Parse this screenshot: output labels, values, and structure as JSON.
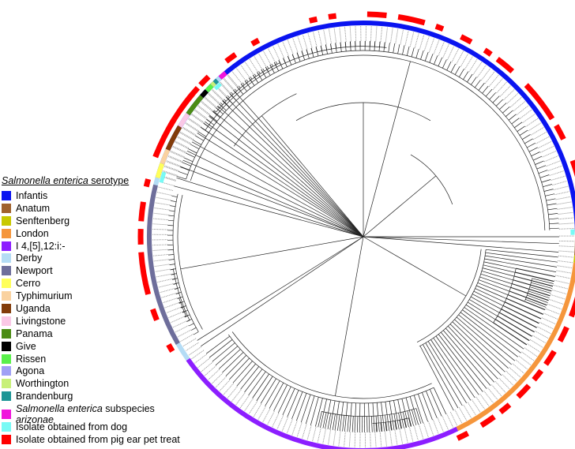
{
  "legend": {
    "title_italic": "Salmonella enterica",
    "title_rest": " serotype",
    "serotypes": [
      {
        "label": "Infantis",
        "color": "#0a14f0"
      },
      {
        "label": "Anatum",
        "color": "#a0622d"
      },
      {
        "label": "Senftenberg",
        "color": "#c8c800"
      },
      {
        "label": "London",
        "color": "#f5963c"
      },
      {
        "label": "I 4,[5],12:i:-",
        "color": "#8c1eff"
      },
      {
        "label": "Derby",
        "color": "#b4dcf5"
      },
      {
        "label": "Newport",
        "color": "#6e6e9b"
      },
      {
        "label": "Cerro",
        "color": "#ffff5a"
      },
      {
        "label": "Typhimurium",
        "color": "#fad2a0"
      },
      {
        "label": "Uganda",
        "color": "#823c0a"
      },
      {
        "label": "Livingstone",
        "color": "#fac8e6"
      },
      {
        "label": "Panama",
        "color": "#4b8c14"
      },
      {
        "label": "Give",
        "color": "#000000"
      },
      {
        "label": "Rissen",
        "color": "#5af04b"
      },
      {
        "label": "Agona",
        "color": "#a0a0f5"
      },
      {
        "label": "Worthington",
        "color": "#c8f078"
      },
      {
        "label": "Brandenburg",
        "color": "#1e9696"
      }
    ],
    "extras": [
      {
        "italic_a": "Salmonella enterica",
        "plain": " subspecies ",
        "italic_b": "arizonae",
        "color": "#f014dc"
      },
      {
        "italic_a": "",
        "plain": "Isolate obtained from dog",
        "italic_b": "",
        "color": "#78faf5"
      },
      {
        "italic_a": "",
        "plain": "Isolate obtained from pig ear pet treat",
        "italic_b": "",
        "color": "#ff0000"
      }
    ]
  },
  "tree": {
    "serotype_ring": [
      {
        "serotype": "Infantis",
        "color": "#0a14f0",
        "start_deg": 196,
        "end_deg": 359
      },
      {
        "serotype": "Anatum",
        "color": "#a0622d",
        "start_deg": 359,
        "end_deg": 365
      },
      {
        "serotype": "Senftenberg",
        "color": "#c8c800",
        "start_deg": 365,
        "end_deg": 367
      },
      {
        "serotype": "London",
        "color": "#f5963c",
        "start_deg": 367,
        "end_deg": 424
      },
      {
        "serotype": "I 4,[5],12:i:-",
        "color": "#8c1eff",
        "start_deg": 424,
        "end_deg": 505
      },
      {
        "serotype": "Derby",
        "color": "#b4dcf5",
        "start_deg": 505,
        "end_deg": 510
      },
      {
        "serotype": "Newport",
        "color": "#6e6e9b",
        "start_deg": 510,
        "end_deg": 554
      },
      {
        "serotype": "Derby",
        "color": "#b4dcf5",
        "start_deg": 554,
        "end_deg": 556
      },
      {
        "serotype": "Cerro",
        "color": "#ffff5a",
        "start_deg": 556,
        "end_deg": 560
      },
      {
        "serotype": "Typhimurium",
        "color": "#fad2a0",
        "start_deg": 560,
        "end_deg": 564
      },
      {
        "serotype": "Uganda",
        "color": "#823c0a",
        "start_deg": 564,
        "end_deg": 571
      },
      {
        "serotype": "Livingstone",
        "color": "#fac8e6",
        "start_deg": 571,
        "end_deg": 575
      },
      {
        "serotype": "Panama",
        "color": "#4b8c14",
        "start_deg": 575,
        "end_deg": 581
      },
      {
        "serotype": "Give",
        "color": "#000000",
        "start_deg": 581,
        "end_deg": 583
      },
      {
        "serotype": "Rissen",
        "color": "#5af04b",
        "start_deg": 583,
        "end_deg": 585
      },
      {
        "serotype": "Worthington",
        "color": "#c8f078",
        "start_deg": 585,
        "end_deg": 586
      },
      {
        "serotype": "Brandenburg",
        "color": "#1e9696",
        "start_deg": 586,
        "end_deg": 587
      },
      {
        "serotype": "Derby",
        "color": "#b4dcf5",
        "start_deg": 587,
        "end_deg": 588
      },
      {
        "serotype": "Salmonella enterica subspecies arizonae",
        "color": "#f014dc",
        "start_deg": 588,
        "end_deg": 590
      }
    ],
    "dog_marks": [
      {
        "start_deg": 358,
        "end_deg": 359.5
      },
      {
        "start_deg": 555,
        "end_deg": 558
      },
      {
        "start_deg": 585,
        "end_deg": 587
      }
    ],
    "pig_ear_marks": [
      {
        "start_deg": 201,
        "end_deg": 202.5
      },
      {
        "start_deg": 210,
        "end_deg": 212
      },
      {
        "start_deg": 215,
        "end_deg": 222
      },
      {
        "start_deg": 232,
        "end_deg": 235
      },
      {
        "start_deg": 240,
        "end_deg": 242
      },
      {
        "start_deg": 256,
        "end_deg": 258
      },
      {
        "start_deg": 261,
        "end_deg": 263
      },
      {
        "start_deg": 271,
        "end_deg": 276
      },
      {
        "start_deg": 279,
        "end_deg": 286
      },
      {
        "start_deg": 289,
        "end_deg": 291
      },
      {
        "start_deg": 296,
        "end_deg": 299
      },
      {
        "start_deg": 303,
        "end_deg": 305
      },
      {
        "start_deg": 307,
        "end_deg": 312
      },
      {
        "start_deg": 317,
        "end_deg": 328
      },
      {
        "start_deg": 330,
        "end_deg": 334
      },
      {
        "start_deg": 340,
        "end_deg": 346
      },
      {
        "start_deg": 352,
        "end_deg": 358
      },
      {
        "start_deg": 362,
        "end_deg": 366
      },
      {
        "start_deg": 369,
        "end_deg": 372
      },
      {
        "start_deg": 375,
        "end_deg": 381
      },
      {
        "start_deg": 384,
        "end_deg": 388
      },
      {
        "start_deg": 391,
        "end_deg": 395
      },
      {
        "start_deg": 397,
        "end_deg": 400
      },
      {
        "start_deg": 402,
        "end_deg": 406
      },
      {
        "start_deg": 409,
        "end_deg": 412
      },
      {
        "start_deg": 414,
        "end_deg": 418
      },
      {
        "start_deg": 422,
        "end_deg": 425
      },
      {
        "start_deg": 509,
        "end_deg": 511
      },
      {
        "start_deg": 518,
        "end_deg": 521
      },
      {
        "start_deg": 525,
        "end_deg": 536
      },
      {
        "start_deg": 538,
        "end_deg": 542
      },
      {
        "start_deg": 544,
        "end_deg": 549
      },
      {
        "start_deg": 553,
        "end_deg": 555
      },
      {
        "start_deg": 561,
        "end_deg": 572
      },
      {
        "start_deg": 572,
        "end_deg": 580
      },
      {
        "start_deg": 583,
        "end_deg": 586
      }
    ]
  }
}
